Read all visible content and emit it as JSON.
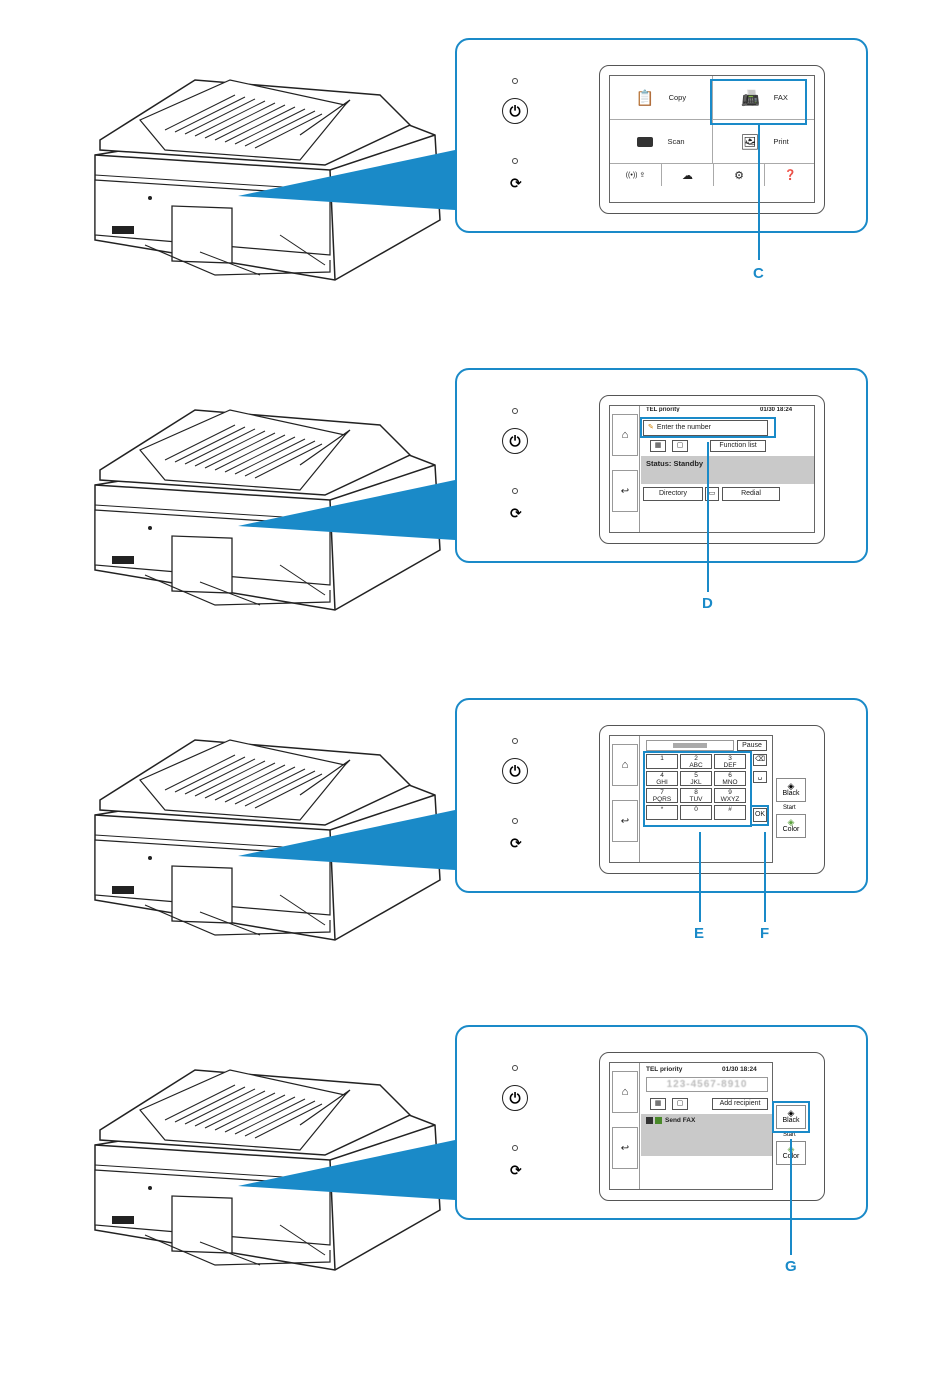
{
  "callouts": {
    "c": "C",
    "d": "D",
    "e": "E",
    "f": "F",
    "g": "G"
  },
  "panel1": {
    "copy": "Copy",
    "fax": "FAX",
    "scan": "Scan",
    "print": "Print"
  },
  "panel2": {
    "header_left": "TEL priority",
    "header_right": "01/30 18:24",
    "enter_number": "Enter the number",
    "function_list": "Function list",
    "status": "Status: Standby",
    "directory": "Directory",
    "redial": "Redial"
  },
  "panel3": {
    "pause": "Pause",
    "ok": "OK",
    "black": "Black",
    "start": "Start",
    "color": "Color",
    "keys": [
      {
        "num": "1",
        "sub": ""
      },
      {
        "num": "2",
        "sub": "ABC"
      },
      {
        "num": "3",
        "sub": "DEF"
      },
      {
        "num": "4",
        "sub": "GHI"
      },
      {
        "num": "5",
        "sub": "JKL"
      },
      {
        "num": "6",
        "sub": "MNO"
      },
      {
        "num": "7",
        "sub": "PQRS"
      },
      {
        "num": "8",
        "sub": "TUV"
      },
      {
        "num": "9",
        "sub": "WXYZ"
      },
      {
        "num": "*",
        "sub": ""
      },
      {
        "num": "0",
        "sub": ""
      },
      {
        "num": "#",
        "sub": ""
      }
    ]
  },
  "panel4": {
    "header_left": "TEL priority",
    "header_right": "01/30 18:24",
    "number": "123-4567-8910",
    "add_recipient": "Add recipient",
    "send_fax": "Send FAX",
    "black": "Black",
    "start": "Start",
    "color": "Color"
  },
  "colors": {
    "accent": "#1a8ac8",
    "beam": "#1a8ac8"
  }
}
